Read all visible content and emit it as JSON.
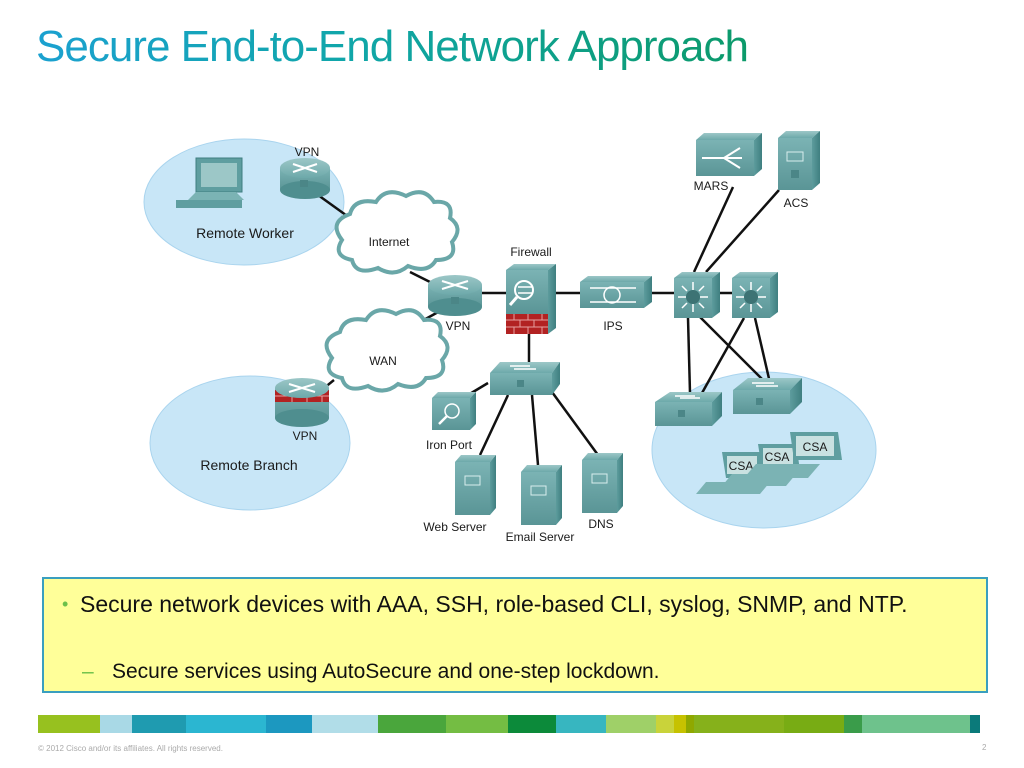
{
  "slide": {
    "title": "Secure End-to-End Network Approach",
    "footer": "© 2012 Cisco and/or its affiliates. All rights reserved.",
    "page_number": "2"
  },
  "diagram": {
    "zones": {
      "remote_worker": "Remote Worker",
      "remote_branch": "Remote Branch"
    },
    "clouds": {
      "internet": "Internet",
      "wan": "WAN"
    },
    "devices": {
      "vpn_remote_worker": "VPN",
      "vpn_hq": "VPN",
      "vpn_branch": "VPN",
      "firewall": "Firewall",
      "ips": "IPS",
      "mars": "MARS",
      "acs": "ACS",
      "iron_port": "Iron Port",
      "web_server": "Web Server",
      "email_server": "Email Server",
      "dns": "DNS",
      "csa_1": "CSA",
      "csa_2": "CSA",
      "csa_3": "CSA"
    }
  },
  "textbox": {
    "bullet_1": "Secure network devices with AAA, SSH, role-based CLI, syslog, SNMP, and NTP.",
    "sub_bullet_1": "Secure services using AutoSecure and one-step lockdown.",
    "bullet_marker": "•",
    "sub_marker": "–"
  },
  "colors": {
    "device_teal": "#5f9ea0",
    "zone_blue": "#c8e6f7",
    "textbox_bg": "#ffff99",
    "textbox_border": "#3a9fbf",
    "firewall_red": "#b22222",
    "bullet_green": "#6cc04a"
  },
  "colorbar": [
    "#97c11f",
    "#a9d9e6",
    "#1f9bb0",
    "#2bb6d1",
    "#1c98c0",
    "#b1dde8",
    "#4aa63c",
    "#74bd43",
    "#0c8a3a",
    "#37b6c0",
    "#9fd068",
    "#c9d33a",
    "#c6c200",
    "#8fa800",
    "#86b11b",
    "#78ac14",
    "#3a9c4a",
    "#6ec28c",
    "#6ec28c",
    "#0b7a7a"
  ]
}
